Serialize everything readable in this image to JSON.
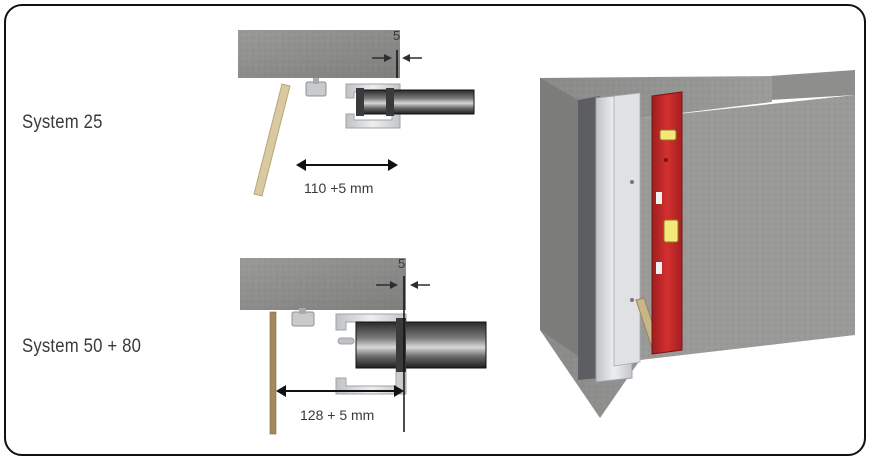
{
  "systems": [
    {
      "name": "System 25",
      "gap_label": "5",
      "dimension_label": "110 +5 mm"
    },
    {
      "name": "System 50 + 80",
      "gap_label": "5",
      "dimension_label": "128 + 5 mm"
    }
  ],
  "colors": {
    "frame": "#111111",
    "concrete": "#8c8c8a",
    "concrete_dark": "#6e6e6c",
    "level_red": "#c0262a",
    "profile_silver": "#d6d8da",
    "glass_dark": "#1c1c1c",
    "text": "#3a3a3a"
  }
}
